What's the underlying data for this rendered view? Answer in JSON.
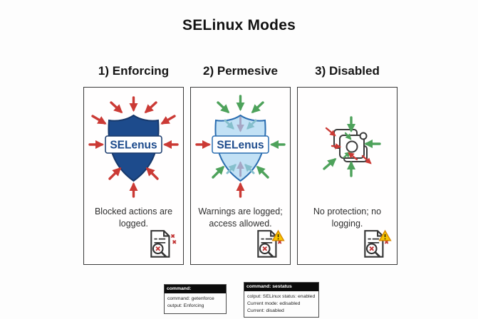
{
  "title": "SELinux Modes",
  "colors": {
    "enforcing_shield_fill": "#1d4b8c",
    "enforcing_shield_stroke": "#16386b",
    "permissive_shield_fill": "#c2e1f5",
    "permissive_shield_stroke": "#2a6db0",
    "blocked_arrow_red": "#cb3a35",
    "allowed_arrow_green": "#4ea25b",
    "inner_arrow_teal": "#85bfcc",
    "inner_arrow_gray": "#a6a6c4",
    "warning_triangle_yellow": "#f7c600",
    "panel_border": "#3a3a3a"
  },
  "panels": [
    {
      "heading": "1) Enforcing",
      "shield_label": "SELenus",
      "caption_line1": "Blocked actions are",
      "caption_line2": "logged."
    },
    {
      "heading": "2) Permesive",
      "shield_label": "SELenus",
      "caption_line1": "Warnings are logged;",
      "caption_line2": "access allowed."
    },
    {
      "heading": "3) Disabled",
      "caption_line1": "No protection; no",
      "caption_line2": "logging."
    }
  ],
  "terminals": [
    {
      "header": "command:",
      "lines": [
        "command: getenforce",
        "output: Enforcing"
      ]
    },
    {
      "header": "command: sestatus",
      "lines": [
        "colput: SELinux status: enabled",
        "Current mode: edisabled",
        "Current: disabled"
      ]
    }
  ]
}
